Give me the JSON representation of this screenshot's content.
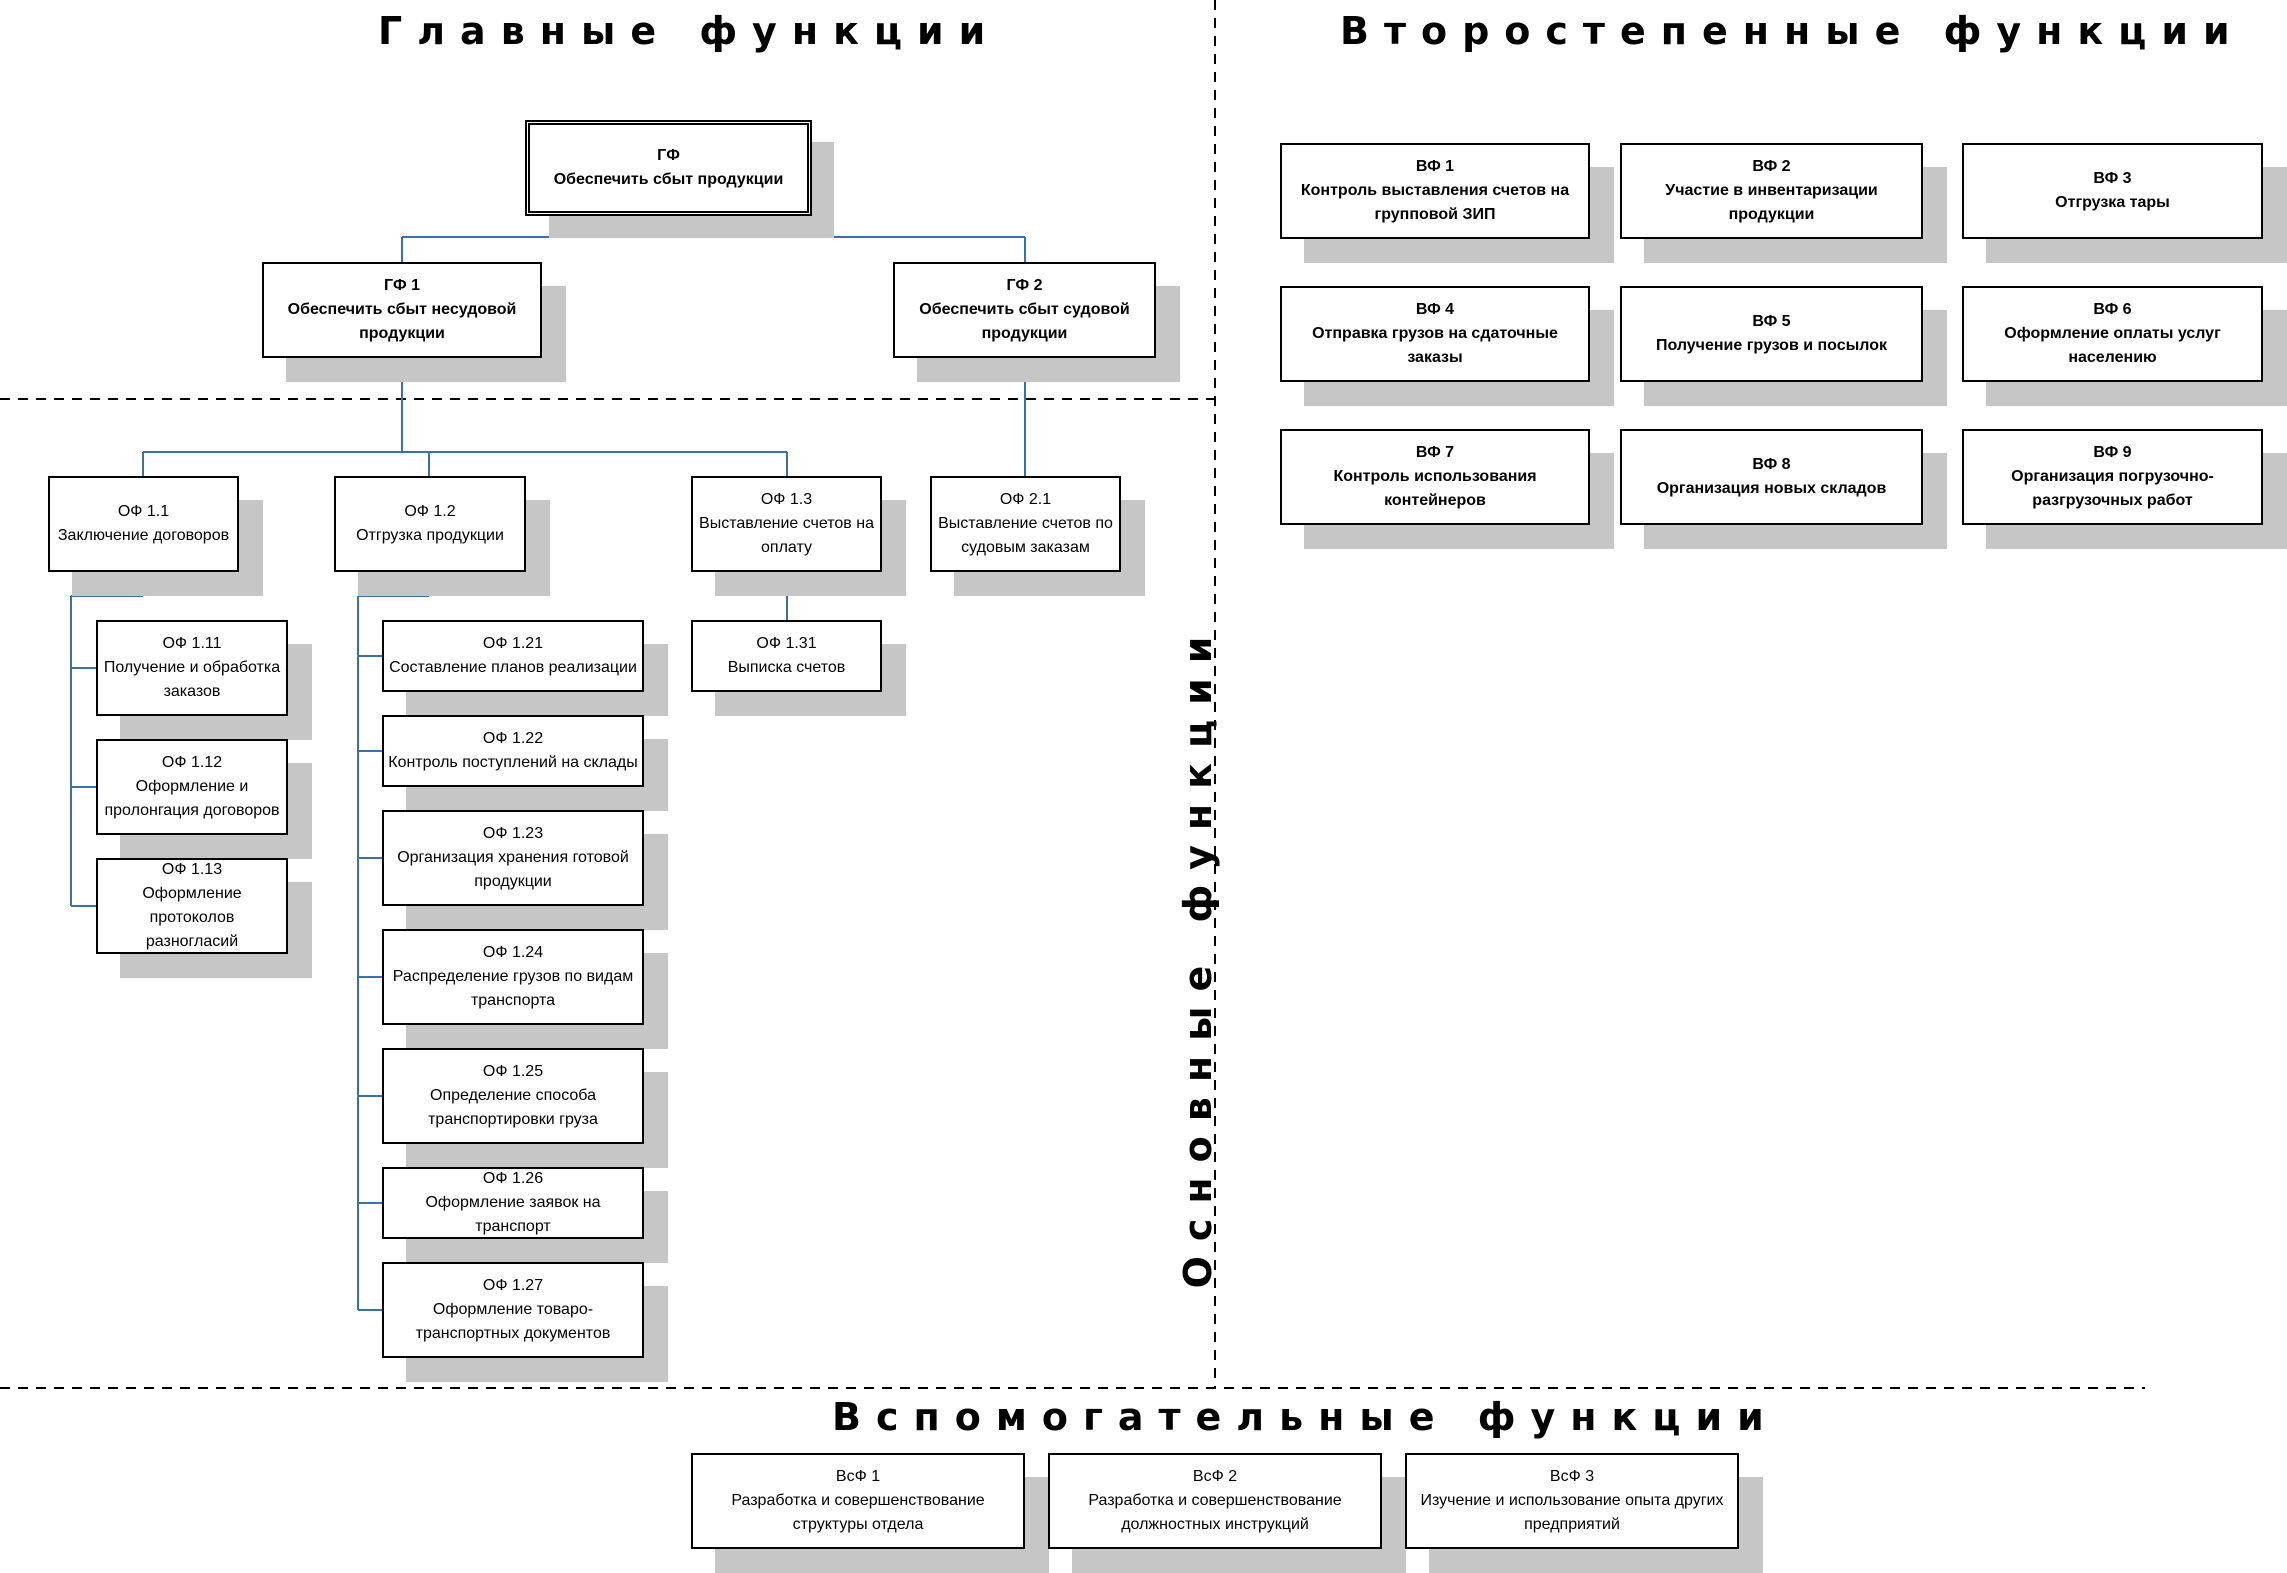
{
  "sections": {
    "main": "Главные функции",
    "secondary": "Второстепенные функции",
    "basic": "Основные функции",
    "auxiliary": "Вспомогательные функции"
  },
  "colors": {
    "connector": "#3a6fb0",
    "shadow": "#c6c6c6",
    "divider": "#000000"
  },
  "main_functions": {
    "gf": {
      "code": "ГФ",
      "text": "Обеспечить сбыт продукции"
    },
    "gf1": {
      "code": "ГФ 1",
      "text": "Обеспечить сбыт несудовой продукции"
    },
    "gf2": {
      "code": "ГФ 2",
      "text": "Обеспечить сбыт судовой продукции"
    }
  },
  "basic_functions": {
    "of11": {
      "code": "ОФ 1.1",
      "text": "Заключение договоров"
    },
    "of12": {
      "code": "ОФ 1.2",
      "text": "Отгрузка продукции"
    },
    "of13": {
      "code": "ОФ 1.3",
      "text": "Выставление счетов на оплату"
    },
    "of21": {
      "code": "ОФ 2.1",
      "text": "Выставление счетов по судовым заказам"
    },
    "of111": {
      "code": "ОФ 1.11",
      "text": "Получение и обработка заказов"
    },
    "of112": {
      "code": "ОФ 1.12",
      "text": "Оформление и пролонгация договоров"
    },
    "of113": {
      "code": "ОФ 1.13",
      "text": "Оформление протоколов разногласий"
    },
    "of121": {
      "code": "ОФ 1.21",
      "text": "Составление планов реализации"
    },
    "of122": {
      "code": "ОФ 1.22",
      "text": "Контроль поступлений на склады"
    },
    "of123": {
      "code": "ОФ 1.23",
      "text": "Организация хранения готовой продукции"
    },
    "of124": {
      "code": "ОФ 1.24",
      "text": "Распределение грузов по видам транспорта"
    },
    "of125": {
      "code": "ОФ 1.25",
      "text": "Определение способа транспортировки груза"
    },
    "of126": {
      "code": "ОФ 1.26",
      "text": "Оформление заявок на транспорт"
    },
    "of127": {
      "code": "ОФ 1.27",
      "text": "Оформление товаро-транспортных документов"
    },
    "of131": {
      "code": "ОФ 1.31",
      "text": "Выписка счетов"
    }
  },
  "secondary_functions": {
    "vf1": {
      "code": "ВФ 1",
      "text": "Контроль выставления счетов на групповой ЗИП"
    },
    "vf2": {
      "code": "ВФ 2",
      "text": "Участие в инвентаризации продукции"
    },
    "vf3": {
      "code": "ВФ 3",
      "text": "Отгрузка тары"
    },
    "vf4": {
      "code": "ВФ 4",
      "text": "Отправка грузов на сдаточные заказы"
    },
    "vf5": {
      "code": "ВФ 5",
      "text": "Получение грузов и посылок"
    },
    "vf6": {
      "code": "ВФ 6",
      "text": "Оформление оплаты услуг населению"
    },
    "vf7": {
      "code": "ВФ 7",
      "text": "Контроль использования контейнеров"
    },
    "vf8": {
      "code": "ВФ 8",
      "text": "Организация новых складов"
    },
    "vf9": {
      "code": "ВФ 9",
      "text": "Организация погрузочно-разгрузочных работ"
    }
  },
  "auxiliary_functions": {
    "vsf1": {
      "code": "ВсФ 1",
      "text": "Разработка и совершенствование структуры отдела"
    },
    "vsf2": {
      "code": "ВсФ 2",
      "text": "Разработка и совершенствование должностных инструкций"
    },
    "vsf3": {
      "code": "ВсФ 3",
      "text": "Изучение и использование опыта других предприятий"
    }
  }
}
